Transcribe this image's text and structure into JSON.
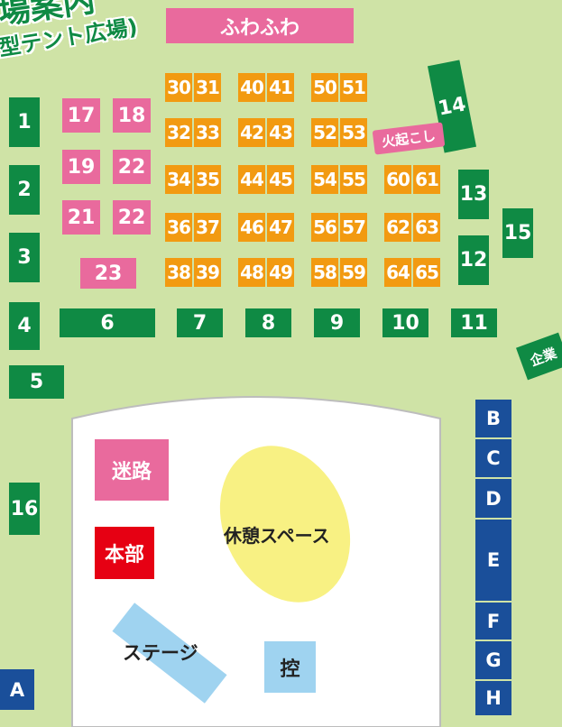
{
  "header": {
    "title": "場案内",
    "subtitle": "型テント広場)"
  },
  "fuwafuwa": "ふわふわ",
  "green_booths": [
    "1",
    "2",
    "3",
    "4",
    "5",
    "6",
    "7",
    "8",
    "9",
    "10",
    "11",
    "12",
    "13",
    "14",
    "15",
    "16"
  ],
  "pink_booths": [
    "17",
    "18",
    "19",
    "22",
    "21",
    "22",
    "23"
  ],
  "orange_booths": [
    "30",
    "31",
    "40",
    "41",
    "50",
    "51",
    "32",
    "33",
    "42",
    "43",
    "52",
    "53",
    "34",
    "35",
    "44",
    "45",
    "54",
    "55",
    "60",
    "61",
    "36",
    "37",
    "46",
    "47",
    "56",
    "57",
    "62",
    "63",
    "38",
    "39",
    "48",
    "49",
    "58",
    "59",
    "64",
    "65"
  ],
  "hiokoshi": "火起こし",
  "kigyo": "企業",
  "blue_booths": [
    "A",
    "B",
    "C",
    "D",
    "E",
    "F",
    "G",
    "H"
  ],
  "stage_area": {
    "meiro": "迷路",
    "honbu": "本部",
    "kyukei": "休憩スペース",
    "stage": "ステージ",
    "hikae": "控"
  },
  "colors": {
    "background": "#cfe3a6",
    "green": "#0f8a44",
    "pink": "#e96a9d",
    "orange": "#f29a11",
    "blue": "#1a4f9a",
    "red": "#e60013",
    "rest_area": "#f8f183",
    "stage": "#9fd3f0"
  }
}
